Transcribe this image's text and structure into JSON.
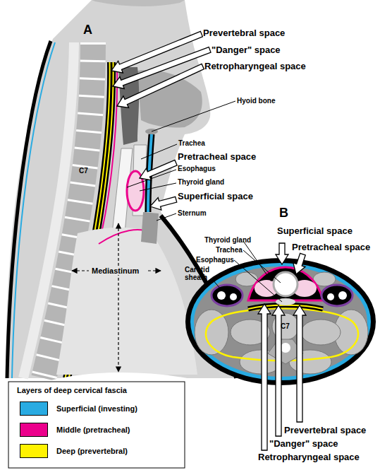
{
  "diagram": {
    "labels": [
      "A",
      "Prevertebral space",
      "\"Danger\" space",
      "Retropharyngeal space",
      "Hyoid bone",
      "Trachea",
      "Pretracheal space",
      "Esophagus",
      "Thyroid gland",
      "Superficial space",
      "Sternum",
      "C7",
      "Mediastinum",
      "B",
      "Superficial space",
      "Pretracheal space",
      "Thyroid gland",
      "Trachea",
      "Esophagus",
      "Carotid sheath",
      "C7",
      "Prevertebral space",
      "\"Danger\" space",
      "Retropharyngeal space",
      "Layers of deep cervical fascia"
    ],
    "legend": [
      {
        "text": "Superficial (investing)",
        "color": "#29abe2"
      },
      {
        "text": "Middle (pretracheal)",
        "color": "#ec008c"
      },
      {
        "text": "Deep (prevertebral)",
        "color": "#fff200"
      }
    ]
  }
}
